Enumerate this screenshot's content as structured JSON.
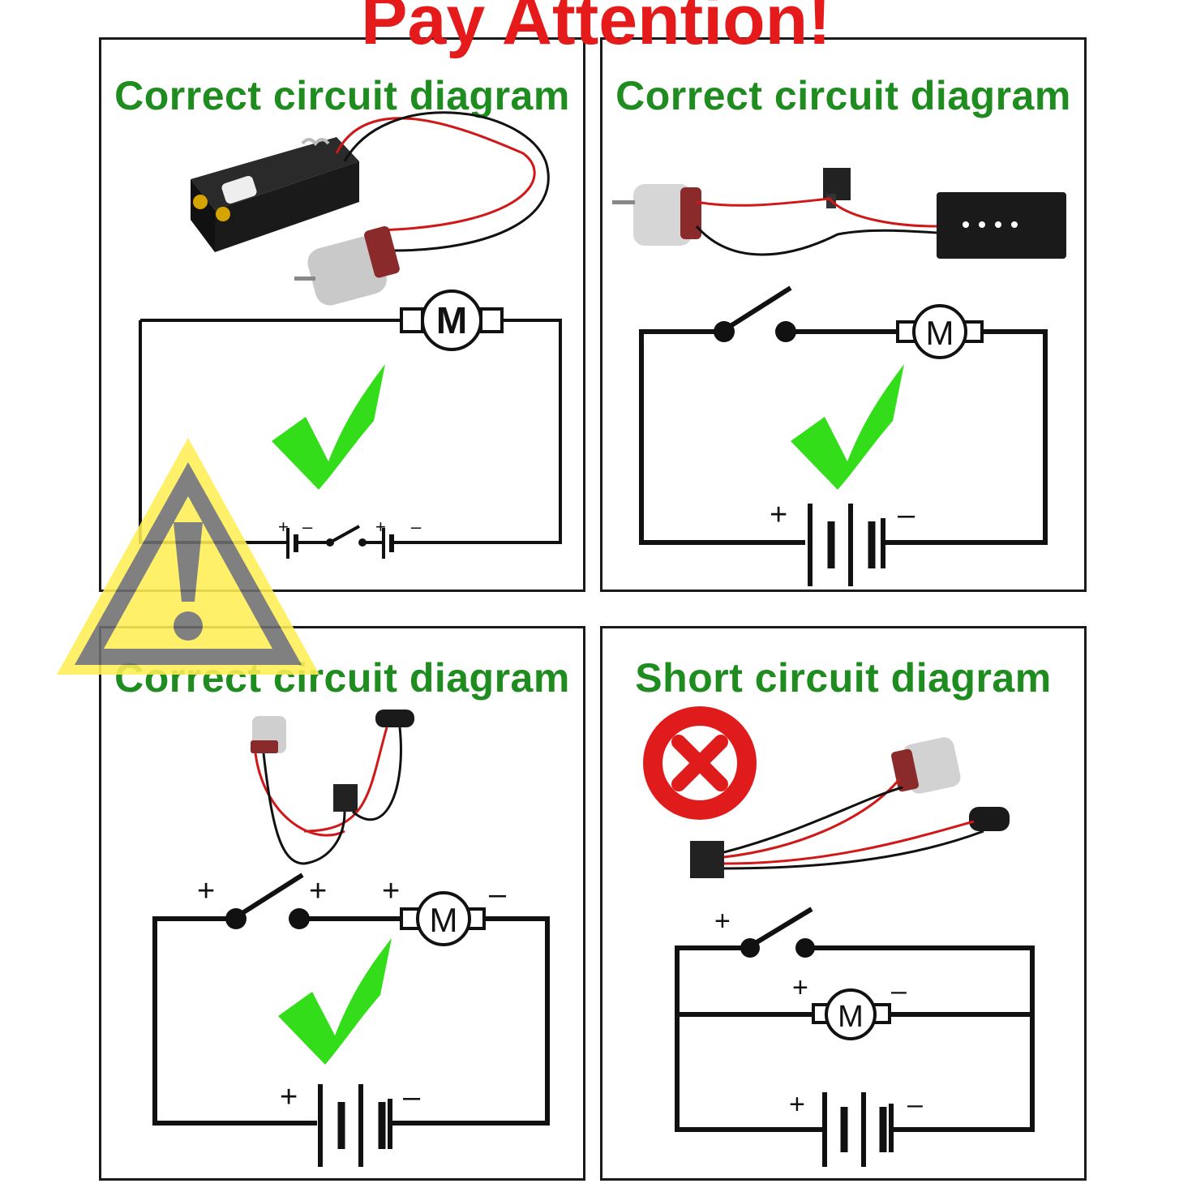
{
  "banner": "Pay Attention!",
  "panels": [
    {
      "title": "Correct circuit diagram",
      "status": "correct"
    },
    {
      "title": "Correct circuit diagram",
      "status": "correct"
    },
    {
      "title": "Correct circuit diagram",
      "status": "correct"
    },
    {
      "title": "Short circuit diagram",
      "status": "incorrect"
    }
  ],
  "symbols": {
    "motor": "M",
    "plus": "+",
    "minus": "–"
  },
  "colors": {
    "banner": "#e51b1b",
    "heading": "#1e8c1e",
    "check": "#33dd1a",
    "cross": "#e01b1b",
    "warning": "#ffee55",
    "wire": "#111111"
  },
  "icons": [
    "warning-triangle-icon",
    "checkmark-icon",
    "cross-icon",
    "motor-icon",
    "battery-holder-icon",
    "switch-icon",
    "battery-snap-icon"
  ]
}
